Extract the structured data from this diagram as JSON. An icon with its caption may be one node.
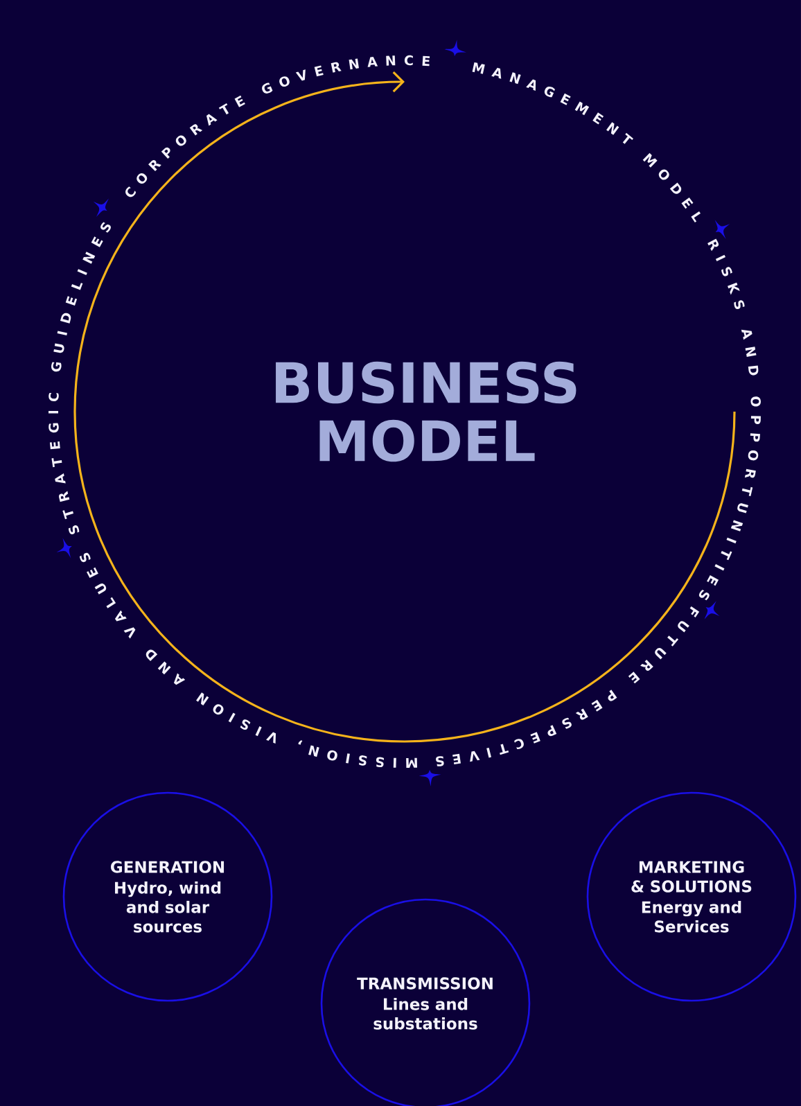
{
  "diagram": {
    "title": "BUSINESS MODEL",
    "nodes": [
      {
        "text": [
          "GENERATION",
          "Hydro, wind and solar sources"
        ]
      },
      {
        "text": [
          "TRANSMISSION",
          "Lines and substations"
        ]
      },
      {
        "text": [
          "MARKETING & SOLUTIONS",
          "Energy and Services"
        ]
      }
    ],
    "labels": [
      "CORPORATE GOVERNANCE",
      "MANAGEMENT MODEL",
      "RISKS AND OPPORTUNITIES",
      "FUTURE PERSPECTIVES",
      "MISSION, VISION AND VALUES",
      "STRATEGIC GUIDELINES"
    ]
  }
}
